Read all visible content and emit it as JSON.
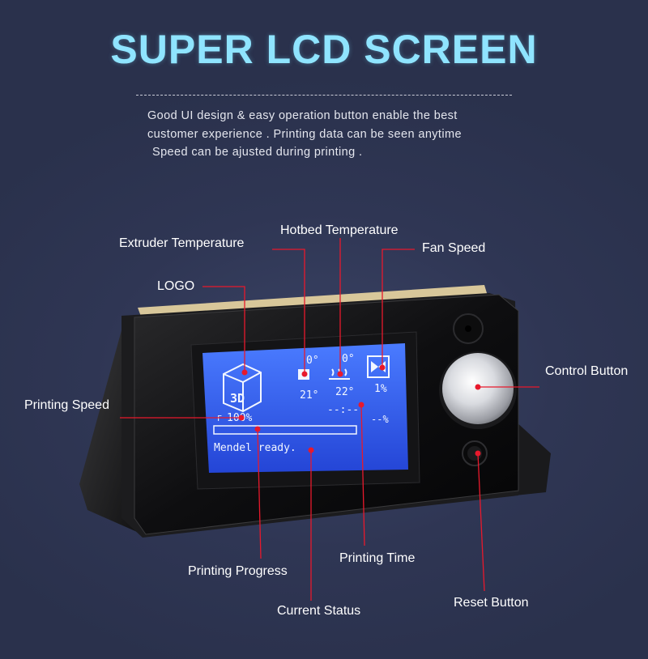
{
  "header": {
    "title": "SUPER LCD SCREEN",
    "description": [
      "Good UI design & easy operation button enable the best",
      "customer experience . Printing data can be seen anytime",
      "Speed can be ajusted during printing ."
    ]
  },
  "callouts": {
    "extruder_temperature": "Extruder Temperature",
    "hotbed_temperature": "Hotbed Temperature",
    "fan_speed": "Fan Speed",
    "logo": "LOGO",
    "control_button": "Control Button",
    "printing_speed": "Printing Speed",
    "printing_progress": "Printing Progress",
    "printing_time": "Printing Time",
    "current_status": "Current Status",
    "reset_button": "Reset Button"
  },
  "lcd": {
    "extruder_target": "0°",
    "extruder_current": "21°",
    "hotbed_target": "0°",
    "hotbed_current": "22°",
    "fan_speed": "1%",
    "speed": "100%",
    "time": "--:--",
    "progress_percent": "--%",
    "status": "Mendel ready.",
    "logo_text": "3D"
  },
  "colors": {
    "accent_title": "#8fe4ff",
    "background": "#2e3552",
    "lcd_blue": "#2f57e6",
    "callout_red": "#e8192c"
  }
}
